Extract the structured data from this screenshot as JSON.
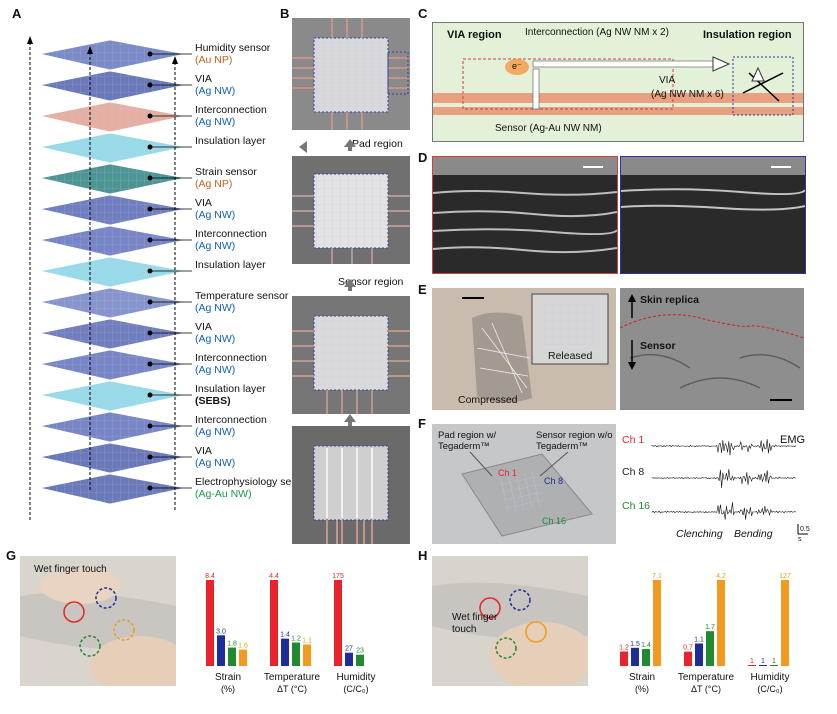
{
  "panels": {
    "A": "A",
    "B": "B",
    "C": "C",
    "D": "D",
    "E": "E",
    "F": "F",
    "G": "G",
    "H": "H"
  },
  "panelA": {
    "layers": [
      {
        "name": "Humidity sensor",
        "material": "(Au NP)"
      },
      {
        "name": "VIA",
        "material": "(Ag NW)"
      },
      {
        "name": "Interconnection",
        "material": "(Ag NW)"
      },
      {
        "name": "Insulation layer",
        "material": ""
      },
      {
        "name": "Strain sensor",
        "material": "(Ag NP)"
      },
      {
        "name": "VIA",
        "material": "(Ag NW)"
      },
      {
        "name": "Interconnection",
        "material": "(Ag NW)"
      },
      {
        "name": "Insulation layer",
        "material": ""
      },
      {
        "name": "Temperature sensor",
        "material": "(Ag NW)"
      },
      {
        "name": "VIA",
        "material": "(Ag NW)"
      },
      {
        "name": "Interconnection",
        "material": "(Ag NW)"
      },
      {
        "name": "Insulation layer",
        "material": "(SEBS)"
      },
      {
        "name": "Interconnection",
        "material": "(Ag NW)"
      },
      {
        "name": "VIA",
        "material": "(Ag NW)"
      },
      {
        "name": "Electrophysiology sensor",
        "material": "(Ag-Au NW)"
      }
    ]
  },
  "panelB": {
    "pad_region": "Pad region",
    "sensor_region": "Sensor region"
  },
  "panelC": {
    "via_region": "VIA region",
    "insulation_region": "Insulation region",
    "interconnection": "Interconnection (Ag NW NM x 2)",
    "via": "VIA",
    "via_detail": "(Ag NW NM x 6)",
    "sensor": "Sensor (Ag-Au NW NM)",
    "electron": "e⁻"
  },
  "panelE": {
    "compressed": "Compressed",
    "released": "Released",
    "skin_replica": "Skin replica",
    "sensor": "Sensor"
  },
  "panelF": {
    "pad_region": "Pad region w/ Tegaderm™",
    "sensor_region": "Sensor region w/o Tegaderm™",
    "ch1": "Ch 1",
    "ch8": "Ch 8",
    "ch16": "Ch 16",
    "emg": "EMG",
    "clenching": "Clenching",
    "bending": "Bending",
    "scale_v": "0.5",
    "scale_t": "s"
  },
  "panelG": {
    "annotation": "Wet finger touch"
  },
  "panelH": {
    "annotation": "Wet finger touch"
  },
  "colors": {
    "red": "#e8232b",
    "blue": "#1f2c9c",
    "green": "#1f8a2f",
    "orange": "#f39a1e"
  },
  "chart_data": [
    {
      "type": "bar",
      "panel": "G",
      "groups": [
        {
          "label": "Strain",
          "unit": "(%)",
          "values": [
            8.4,
            3.0,
            1.8,
            1.6
          ]
        },
        {
          "label": "Temperature",
          "unit": "ΔT (°C)",
          "values": [
            4.4,
            1.4,
            1.2,
            1.1
          ]
        },
        {
          "label": "Humidity",
          "unit": "(C/C₀)",
          "values": [
            175,
            27,
            23,
            null
          ]
        }
      ],
      "bar_colors": [
        "red",
        "blue",
        "green",
        "orange"
      ],
      "printed_labels": [
        [
          "8.4",
          "3.0",
          "1.8",
          "1.6"
        ],
        [
          "4.4",
          "1.4",
          "1.2",
          "1.1"
        ],
        [
          "175",
          "27",
          "23",
          ""
        ]
      ]
    },
    {
      "type": "bar",
      "panel": "H",
      "groups": [
        {
          "label": "Strain",
          "unit": "(%)",
          "values": [
            1.2,
            1.5,
            1.4,
            7.1
          ]
        },
        {
          "label": "Temperature",
          "unit": "ΔT (°C)",
          "values": [
            0.7,
            1.1,
            1.7,
            4.2
          ]
        },
        {
          "label": "Humidity",
          "unit": "(C/C₀)",
          "values": [
            1,
            1,
            1,
            127
          ]
        }
      ],
      "bar_colors": [
        "red",
        "blue",
        "green",
        "orange"
      ],
      "printed_labels": [
        [
          "1.2",
          "1.5",
          "1.4",
          "7.1"
        ],
        [
          "0.7",
          "1.1",
          "1.7",
          "4.2"
        ],
        [
          "1",
          "1",
          "1",
          "127"
        ]
      ]
    }
  ]
}
